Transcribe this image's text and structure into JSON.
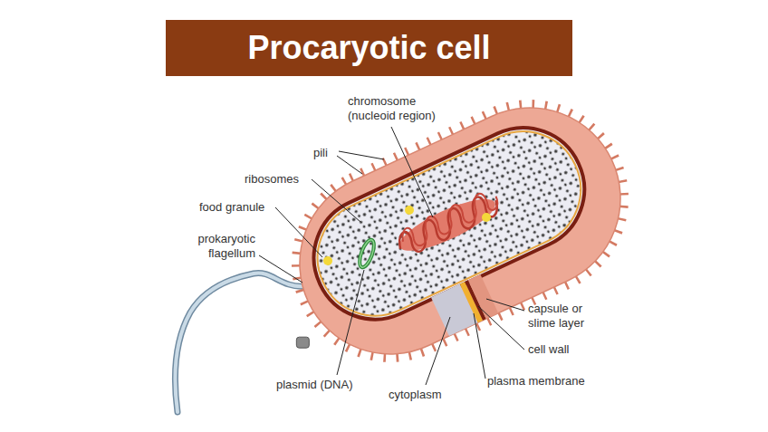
{
  "diagram": {
    "title": "Procaryotic cell",
    "labels": [
      "chromosome (nucleoid region)",
      "pili",
      "ribosomes",
      "food granule",
      "prokaryotic flagellum",
      "capsule or slime layer",
      "cell wall",
      "plasmid (DNA)",
      "plasma membrane",
      "cytoplasm"
    ]
  }
}
